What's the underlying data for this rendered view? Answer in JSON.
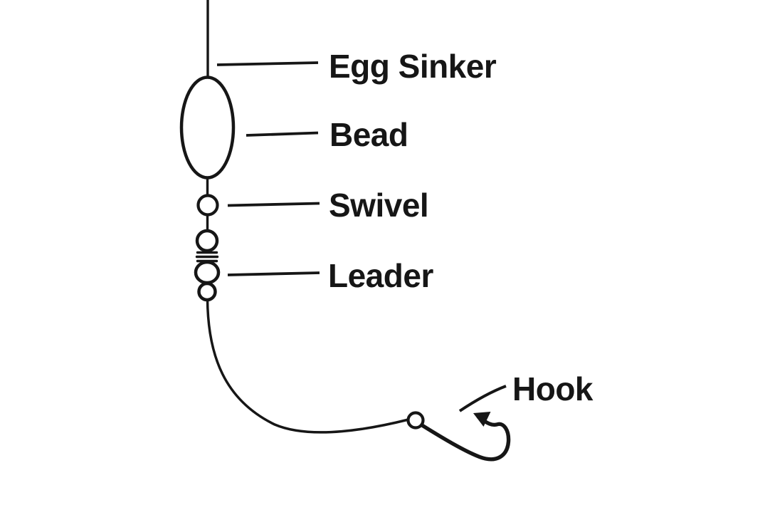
{
  "colors": {
    "ink": "#161616",
    "background": "#ffffff"
  },
  "labels": {
    "egg_sinker": "Egg Sinker",
    "bead": "Bead",
    "swivel": "Swivel",
    "leader": "Leader",
    "hook": "Hook"
  }
}
